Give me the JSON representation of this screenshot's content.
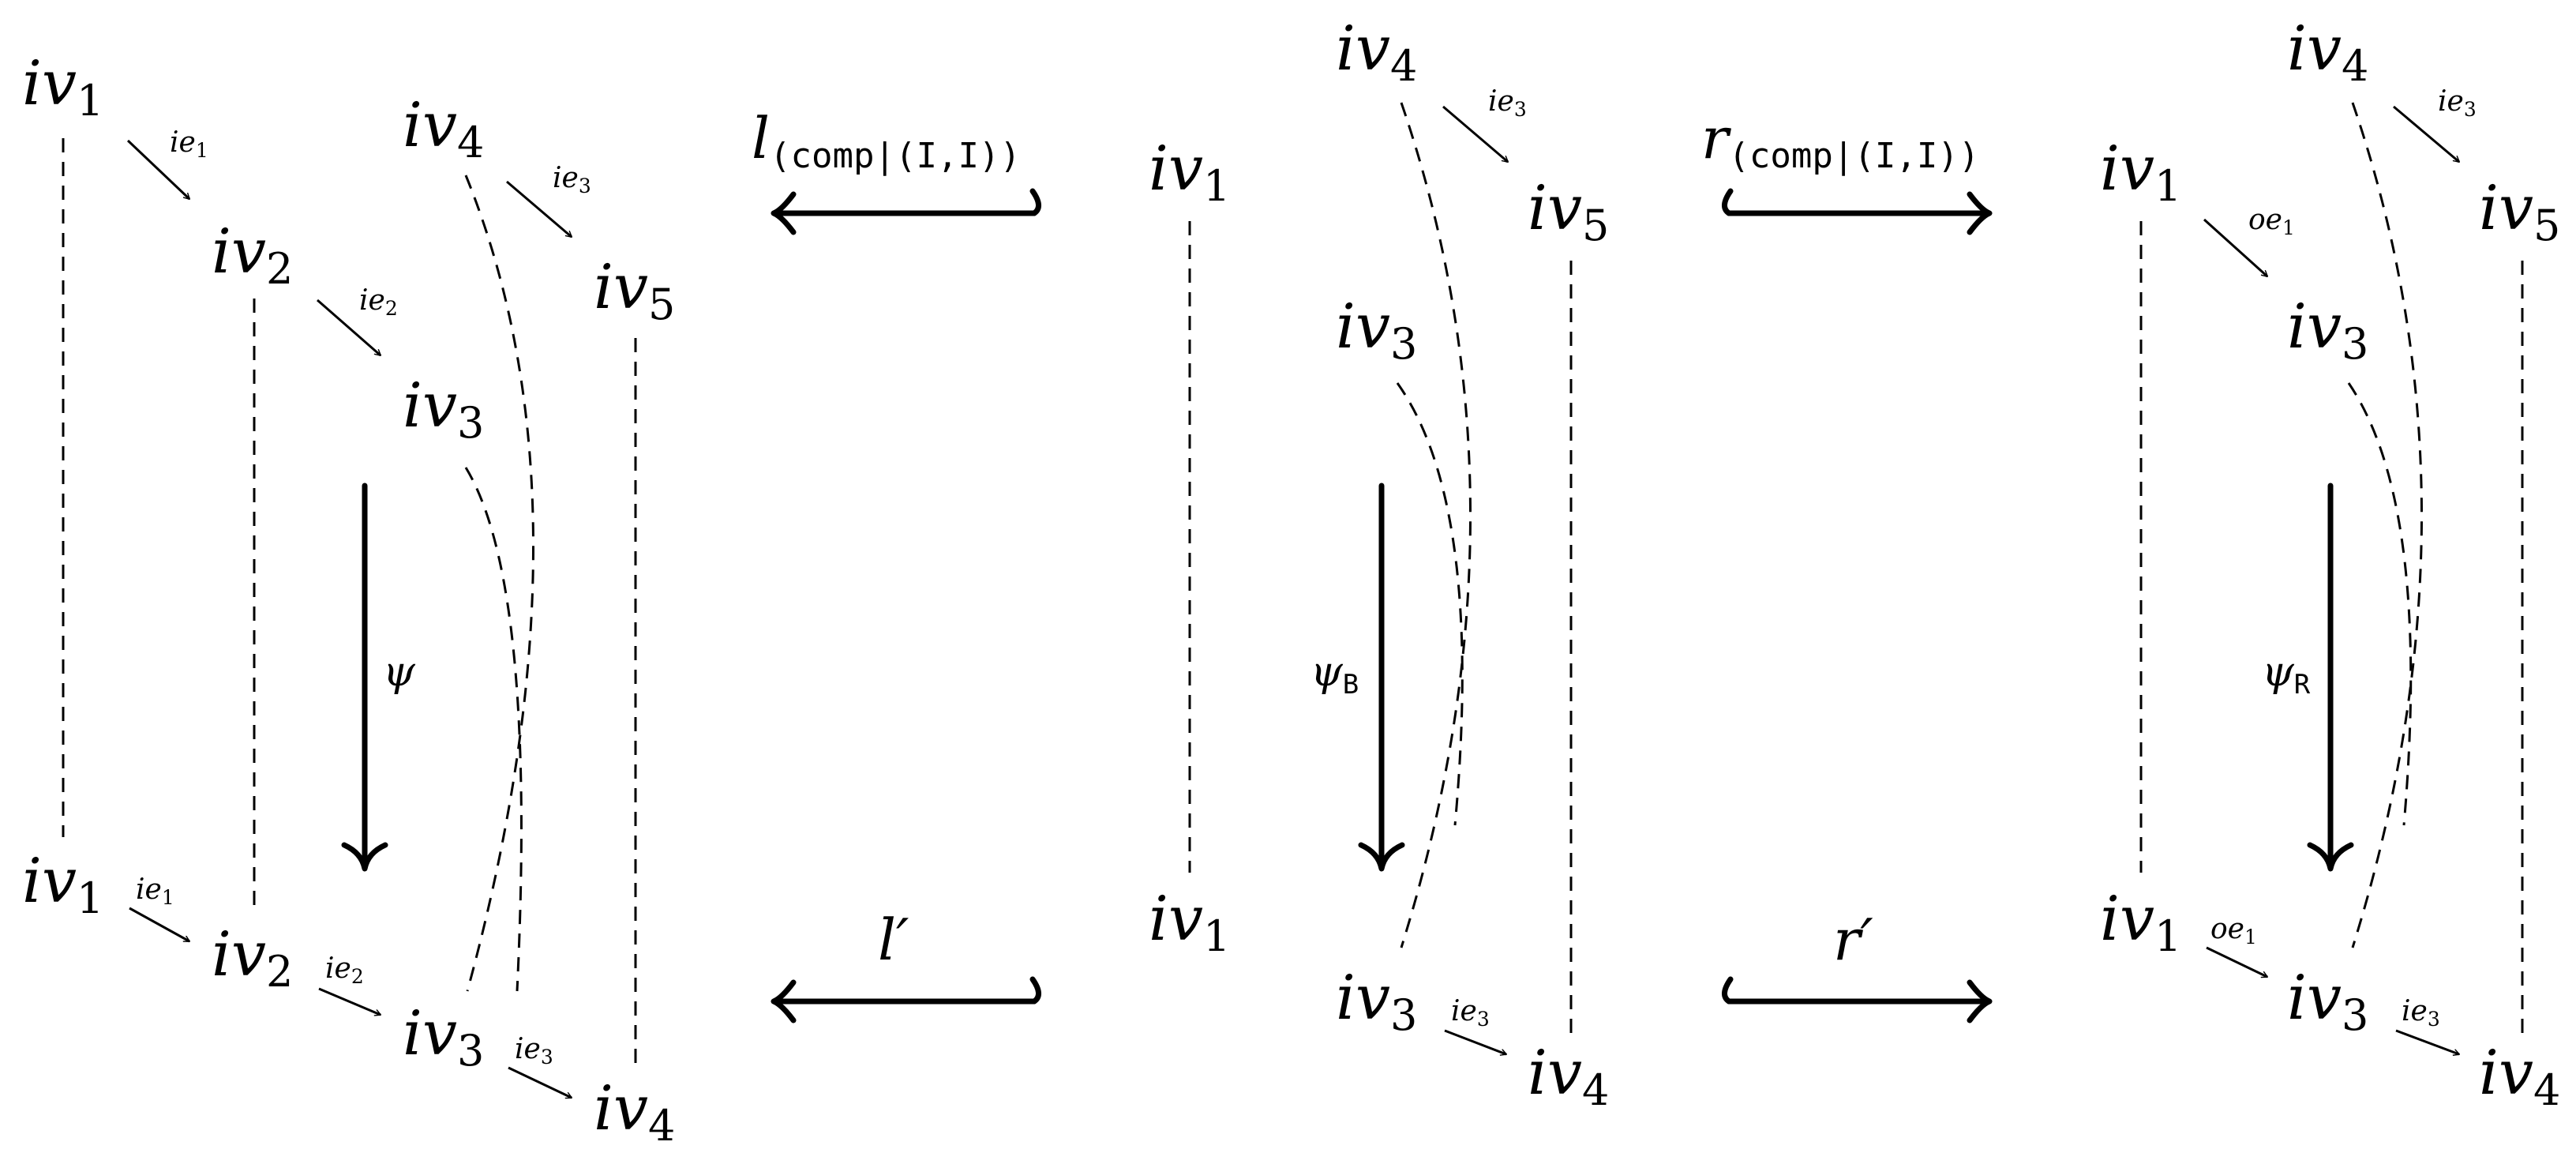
{
  "left_graph": {
    "top": {
      "v1": {
        "base": "iv",
        "sub": "1"
      },
      "v2": {
        "base": "iv",
        "sub": "2"
      },
      "v3": {
        "base": "iv",
        "sub": "3"
      },
      "v4": {
        "base": "iv",
        "sub": "4"
      },
      "v5": {
        "base": "iv",
        "sub": "5"
      },
      "e1": {
        "base": "ie",
        "sub": "1"
      },
      "e2": {
        "base": "ie",
        "sub": "2"
      },
      "e3": {
        "base": "ie",
        "sub": "3"
      }
    },
    "bottom": {
      "v1": {
        "base": "iv",
        "sub": "1"
      },
      "v2": {
        "base": "iv",
        "sub": "2"
      },
      "v3": {
        "base": "iv",
        "sub": "3"
      },
      "v4": {
        "base": "iv",
        "sub": "4"
      },
      "e1": {
        "base": "ie",
        "sub": "1"
      },
      "e2": {
        "base": "ie",
        "sub": "2"
      },
      "e3": {
        "base": "ie",
        "sub": "3"
      }
    },
    "morphism": {
      "base": "ψ",
      "sub": ""
    }
  },
  "middle_graph": {
    "top": {
      "v1": {
        "base": "iv",
        "sub": "1"
      },
      "v3": {
        "base": "iv",
        "sub": "3"
      },
      "v4": {
        "base": "iv",
        "sub": "4"
      },
      "v5": {
        "base": "iv",
        "sub": "5"
      },
      "e3": {
        "base": "ie",
        "sub": "3"
      }
    },
    "bottom": {
      "v1": {
        "base": "iv",
        "sub": "1"
      },
      "v3": {
        "base": "iv",
        "sub": "3"
      },
      "v4": {
        "base": "iv",
        "sub": "4"
      },
      "e3": {
        "base": "ie",
        "sub": "3"
      }
    },
    "morphism": {
      "base": "ψ",
      "sub": "B"
    }
  },
  "right_graph": {
    "top": {
      "v1": {
        "base": "iv",
        "sub": "1"
      },
      "v3": {
        "base": "iv",
        "sub": "3"
      },
      "v4": {
        "base": "iv",
        "sub": "4"
      },
      "v5": {
        "base": "iv",
        "sub": "5"
      },
      "e1": {
        "base": "oe",
        "sub": "1"
      },
      "e3": {
        "base": "ie",
        "sub": "3"
      }
    },
    "bottom": {
      "v1": {
        "base": "iv",
        "sub": "1"
      },
      "v3": {
        "base": "iv",
        "sub": "3"
      },
      "v4": {
        "base": "iv",
        "sub": "4"
      },
      "e1": {
        "base": "oe",
        "sub": "1"
      },
      "e3": {
        "base": "ie",
        "sub": "3"
      }
    },
    "morphism": {
      "base": "ψ",
      "sub": "R"
    }
  },
  "rule_maps": {
    "l_top": {
      "base": "l",
      "sub": "(comp|(I,I))"
    },
    "r_top": {
      "base": "r",
      "sub": "(comp|(I,I))"
    },
    "l_bottom": {
      "base": "l′",
      "sub": ""
    },
    "r_bottom": {
      "base": "r′",
      "sub": ""
    }
  }
}
